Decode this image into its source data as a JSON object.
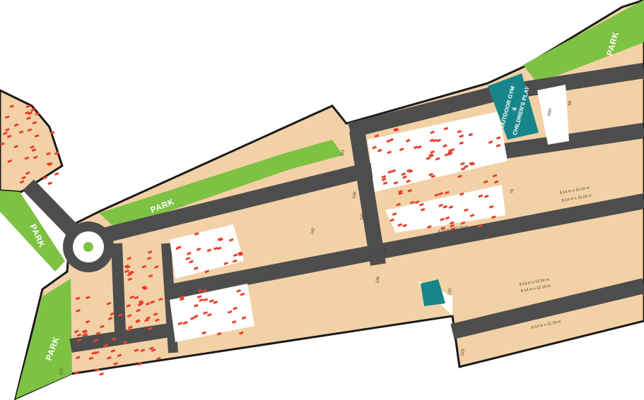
{
  "map": {
    "park_labels": [
      "PARK",
      "PARK",
      "PARK",
      "PARK"
    ],
    "amenity_label_lines": [
      "OUTDOOR GYM",
      "&",
      "CHILDREN'S PLAY"
    ],
    "plot_labels": [
      "A0A",
      "80",
      "79",
      "98",
      "121",
      "140",
      "142",
      "145",
      "141",
      "136",
      "137",
      "123",
      "177"
    ],
    "dimension_labels": [
      "8.14 m x 15.24 m",
      "8.14 m x 15.24 m",
      "8.14 m x 12.19 m",
      "8.14 m x 15.24 m",
      "8.14 m x 12.19 m",
      "8.14 m x 12.19 m"
    ],
    "colors": {
      "plot": "#f3d1a6",
      "park": "#7dc243",
      "road": "#4d4d4d",
      "amenity": "#17868a",
      "sold_plot_area": "#ffffff",
      "plot_marker": "#e8412c",
      "boundary": "#1a1a1a"
    }
  }
}
